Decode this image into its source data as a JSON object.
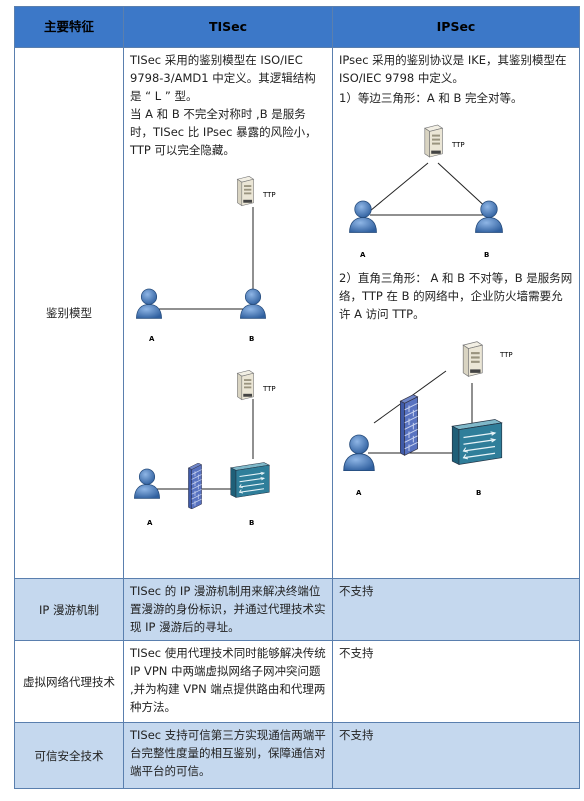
{
  "header": {
    "col1": "主要特征",
    "col2": "TISec",
    "col3": "IPSec"
  },
  "rows": [
    {
      "feature": "鉴别模型",
      "tisec": "TISec 采用的鉴别模型在 ISO/IEC 9798-3/AMD1 中定义。其逻辑结构是 “ L ” 型。\n当 A 和 B 不完全对称时 ,B 是服务时，TISec 比 IPsec 暴露的风险小，TTP 可以完全隐藏。",
      "ipsec_intro": "IPsec 采用的鉴别协议是 IKE，其鉴别模型在 ISO/IEC 9798 中定义。",
      "ipsec_case1": "1）等边三角形：A 和 B 完全对等。",
      "ipsec_case2": "2）直角三角形： A 和 B 不对等，B 是服务网络，TTP 在 B 的网络中，企业防火墙需要允许 A 访问 TTP。"
    },
    {
      "feature": "IP 漫游机制",
      "tisec": "TISec 的 IP 漫游机制用来解决终端位置漫游的身份标识，并通过代理技术实现 IP 漫游后的寻址。",
      "ipsec": "不支持"
    },
    {
      "feature": "虚拟网络代理技术",
      "tisec": "TISec 使用代理技术同时能够解决传统 IP VPN 中两端虚拟网络子网冲突问题 ,并为构建 VPN 端点提供路由和代理两种方法。",
      "ipsec": "不支持"
    },
    {
      "feature": "可信安全技术",
      "tisec": "TISec 支持可信第三方实现通信两端平台完整性度量的相互鉴别，保障通信对端平台的可信。",
      "ipsec": "不支持"
    }
  ],
  "diagram_labels": {
    "ttp": "TTP",
    "a": "A",
    "b": "B"
  },
  "colors": {
    "header_bg": "#3c78c8",
    "row_blue": "#c5d8ee",
    "border": "#5a7fae"
  }
}
